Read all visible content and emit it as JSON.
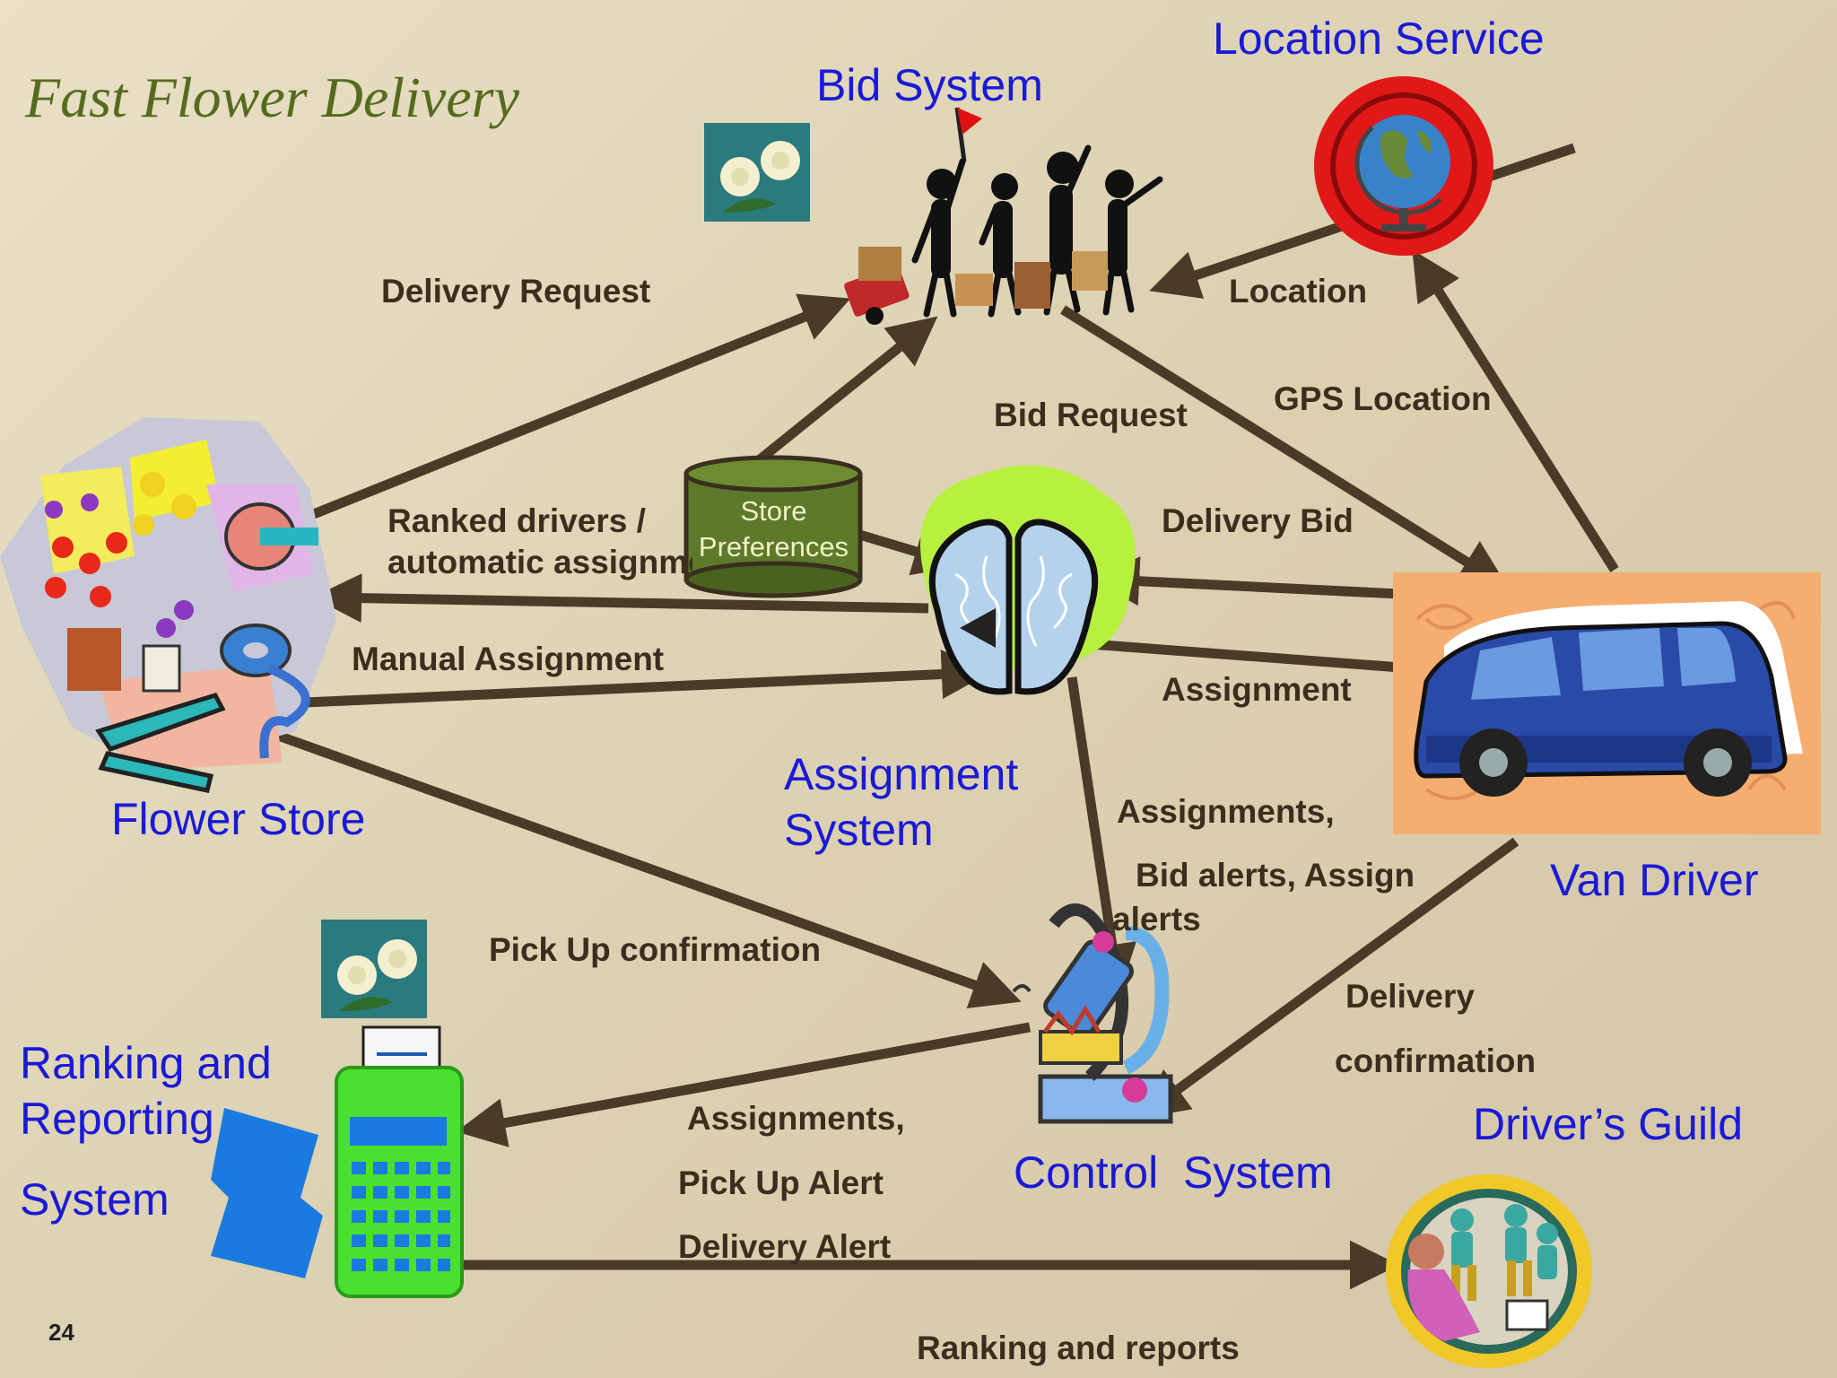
{
  "slide": {
    "title": "Fast Flower Delivery",
    "page_number": "24"
  },
  "nodes": {
    "bid_system": "Bid System",
    "location_service": "Location Service",
    "flower_store": "Flower Store",
    "assignment_system_1": "Assignment",
    "assignment_system_2": "System",
    "van_driver": "Van Driver",
    "ranking_1": "Ranking and",
    "ranking_2": "Reporting",
    "ranking_3": "System",
    "control_system": "Control  System",
    "drivers_guild": "Driver’s Guild",
    "store_preferences_1": "Store",
    "store_preferences_2": "Preferences"
  },
  "edges": {
    "delivery_request": "Delivery Request",
    "location": "Location",
    "bid_request": "Bid Request",
    "gps_location": "GPS Location",
    "ranked_drivers_1": "Ranked drivers /",
    "ranked_drivers_2": "automatic assignment",
    "delivery_bid": "Delivery Bid",
    "manual_assignment": "Manual Assignment",
    "assignment": "Assignment",
    "assignments_alerts_1": "Assignments,",
    "assignments_alerts_2": "Bid alerts, Assign",
    "assignments_alerts_3": "alerts",
    "pickup_confirmation": "Pick Up confirmation",
    "delivery_confirmation_1": "Delivery",
    "delivery_confirmation_2": "confirmation",
    "assignments_pickup_1": "Assignments,",
    "assignments_pickup_2": "Pick Up Alert",
    "assignments_pickup_3": "Delivery Alert",
    "ranking_reports": "Ranking and reports"
  },
  "colors": {
    "node_title": "#1a1ad6",
    "edge_label": "#3a2e1e",
    "arrow": "#4a3a28",
    "title": "#556b1e",
    "database": "#5d7a2a"
  },
  "icons": {
    "bid_system": "people-group-icon",
    "location_service": "globe-icon",
    "flower_store": "flowers-icon",
    "assignment_system": "brain-icon",
    "van_driver": "van-icon",
    "ranking": "calculator-icon",
    "control_system": "microscope-icon",
    "drivers_guild": "meeting-icon",
    "roses": "roses-icon"
  }
}
